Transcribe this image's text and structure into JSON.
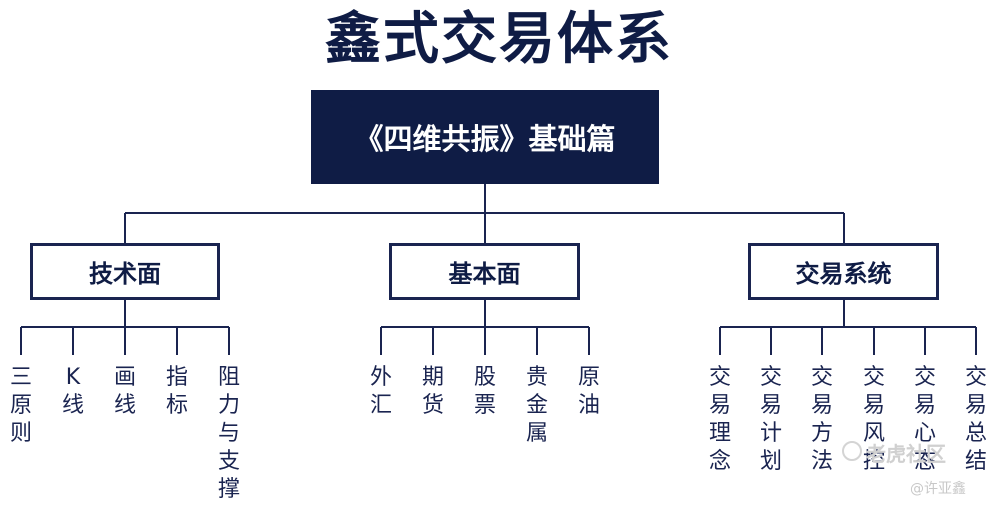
{
  "title": "鑫式交易体系",
  "root": "《四维共振》基础篇",
  "categories": [
    {
      "label": "技术面",
      "leaves": [
        "三原则",
        "K线",
        "画线",
        "指标",
        "阻力与支撑"
      ]
    },
    {
      "label": "基本面",
      "leaves": [
        "外汇",
        "期货",
        "股票",
        "贵金属",
        "原油"
      ]
    },
    {
      "label": "交易系统",
      "leaves": [
        "交易理念",
        "交易计划",
        "交易方法",
        "交易风控",
        "交易心态",
        "交易总结"
      ]
    }
  ],
  "watermark": "老虎社区",
  "credit": "@许亚鑫",
  "colors": {
    "navy": "#0f1c45",
    "line": "#1a2450"
  }
}
